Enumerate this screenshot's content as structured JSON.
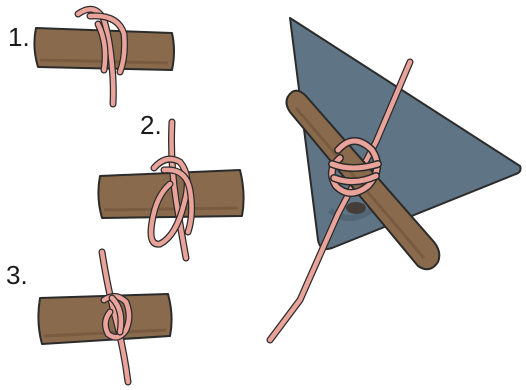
{
  "steps": [
    {
      "label": "1."
    },
    {
      "label": "2."
    },
    {
      "label": "3."
    }
  ],
  "colors": {
    "stick": "#8a6a4c",
    "stick_shadow": "#6e513a",
    "rope": "#e9a39a",
    "rope_dark": "#c8756c",
    "tarp": "#5f7585",
    "tarp_shadow": "#4d606e",
    "outline": "#2b2b2b"
  }
}
